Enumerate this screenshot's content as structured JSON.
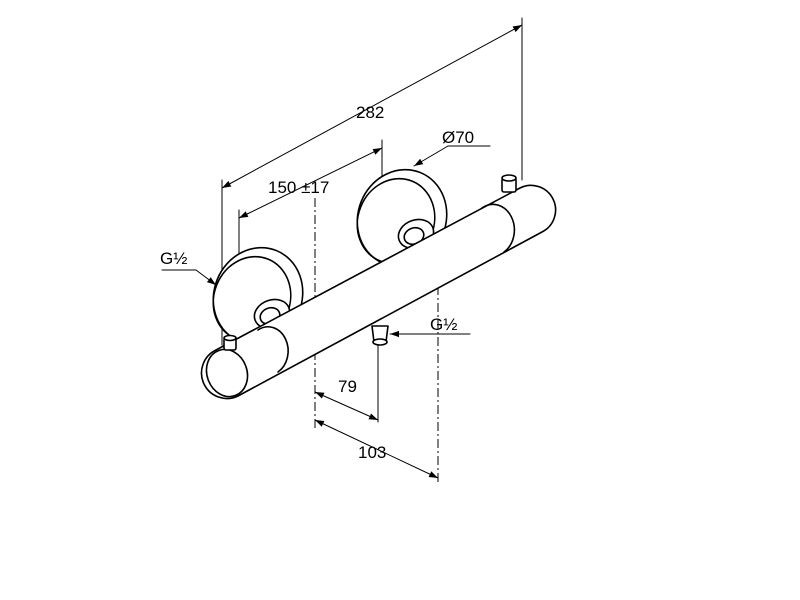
{
  "dimensions": {
    "overall_length": "282",
    "center_distance": "150 ±17",
    "rosette_diameter": "Ø70",
    "inlet_thread": "G½",
    "outlet_thread": "G½",
    "outlet_offset": "79",
    "depth": "103"
  }
}
